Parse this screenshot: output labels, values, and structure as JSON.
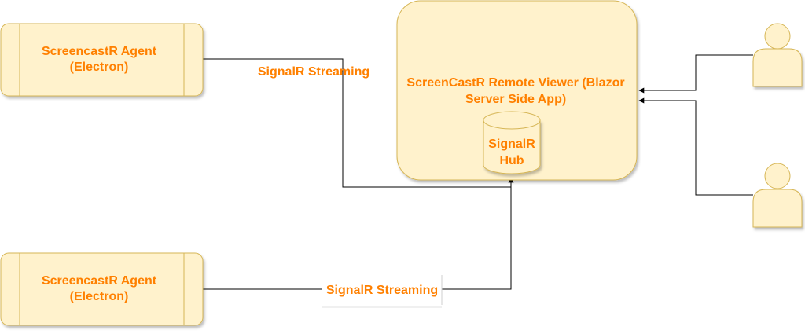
{
  "colors": {
    "box_fill": "#fff2cc",
    "box_stroke": "#d6b656",
    "text": "#ff8000",
    "edge": "#000000"
  },
  "nodes": {
    "agent_top": {
      "line1": "ScreencastR Agent",
      "line2": "(Electron)"
    },
    "agent_bottom": {
      "line1": "ScreencastR Agent",
      "line2": "(Electron)"
    },
    "viewer": {
      "line1": "ScreenCastR Remote Viewer (Blazor",
      "line2": "Server Side App)"
    },
    "hub": {
      "line1": "SignalR",
      "line2": "Hub"
    },
    "user_top": {
      "icon": "user-icon"
    },
    "user_bottom": {
      "icon": "user-icon"
    }
  },
  "edges": {
    "top_stream_label": "SignalR Streaming",
    "bottom_stream_label": "SignalR Streaming"
  }
}
